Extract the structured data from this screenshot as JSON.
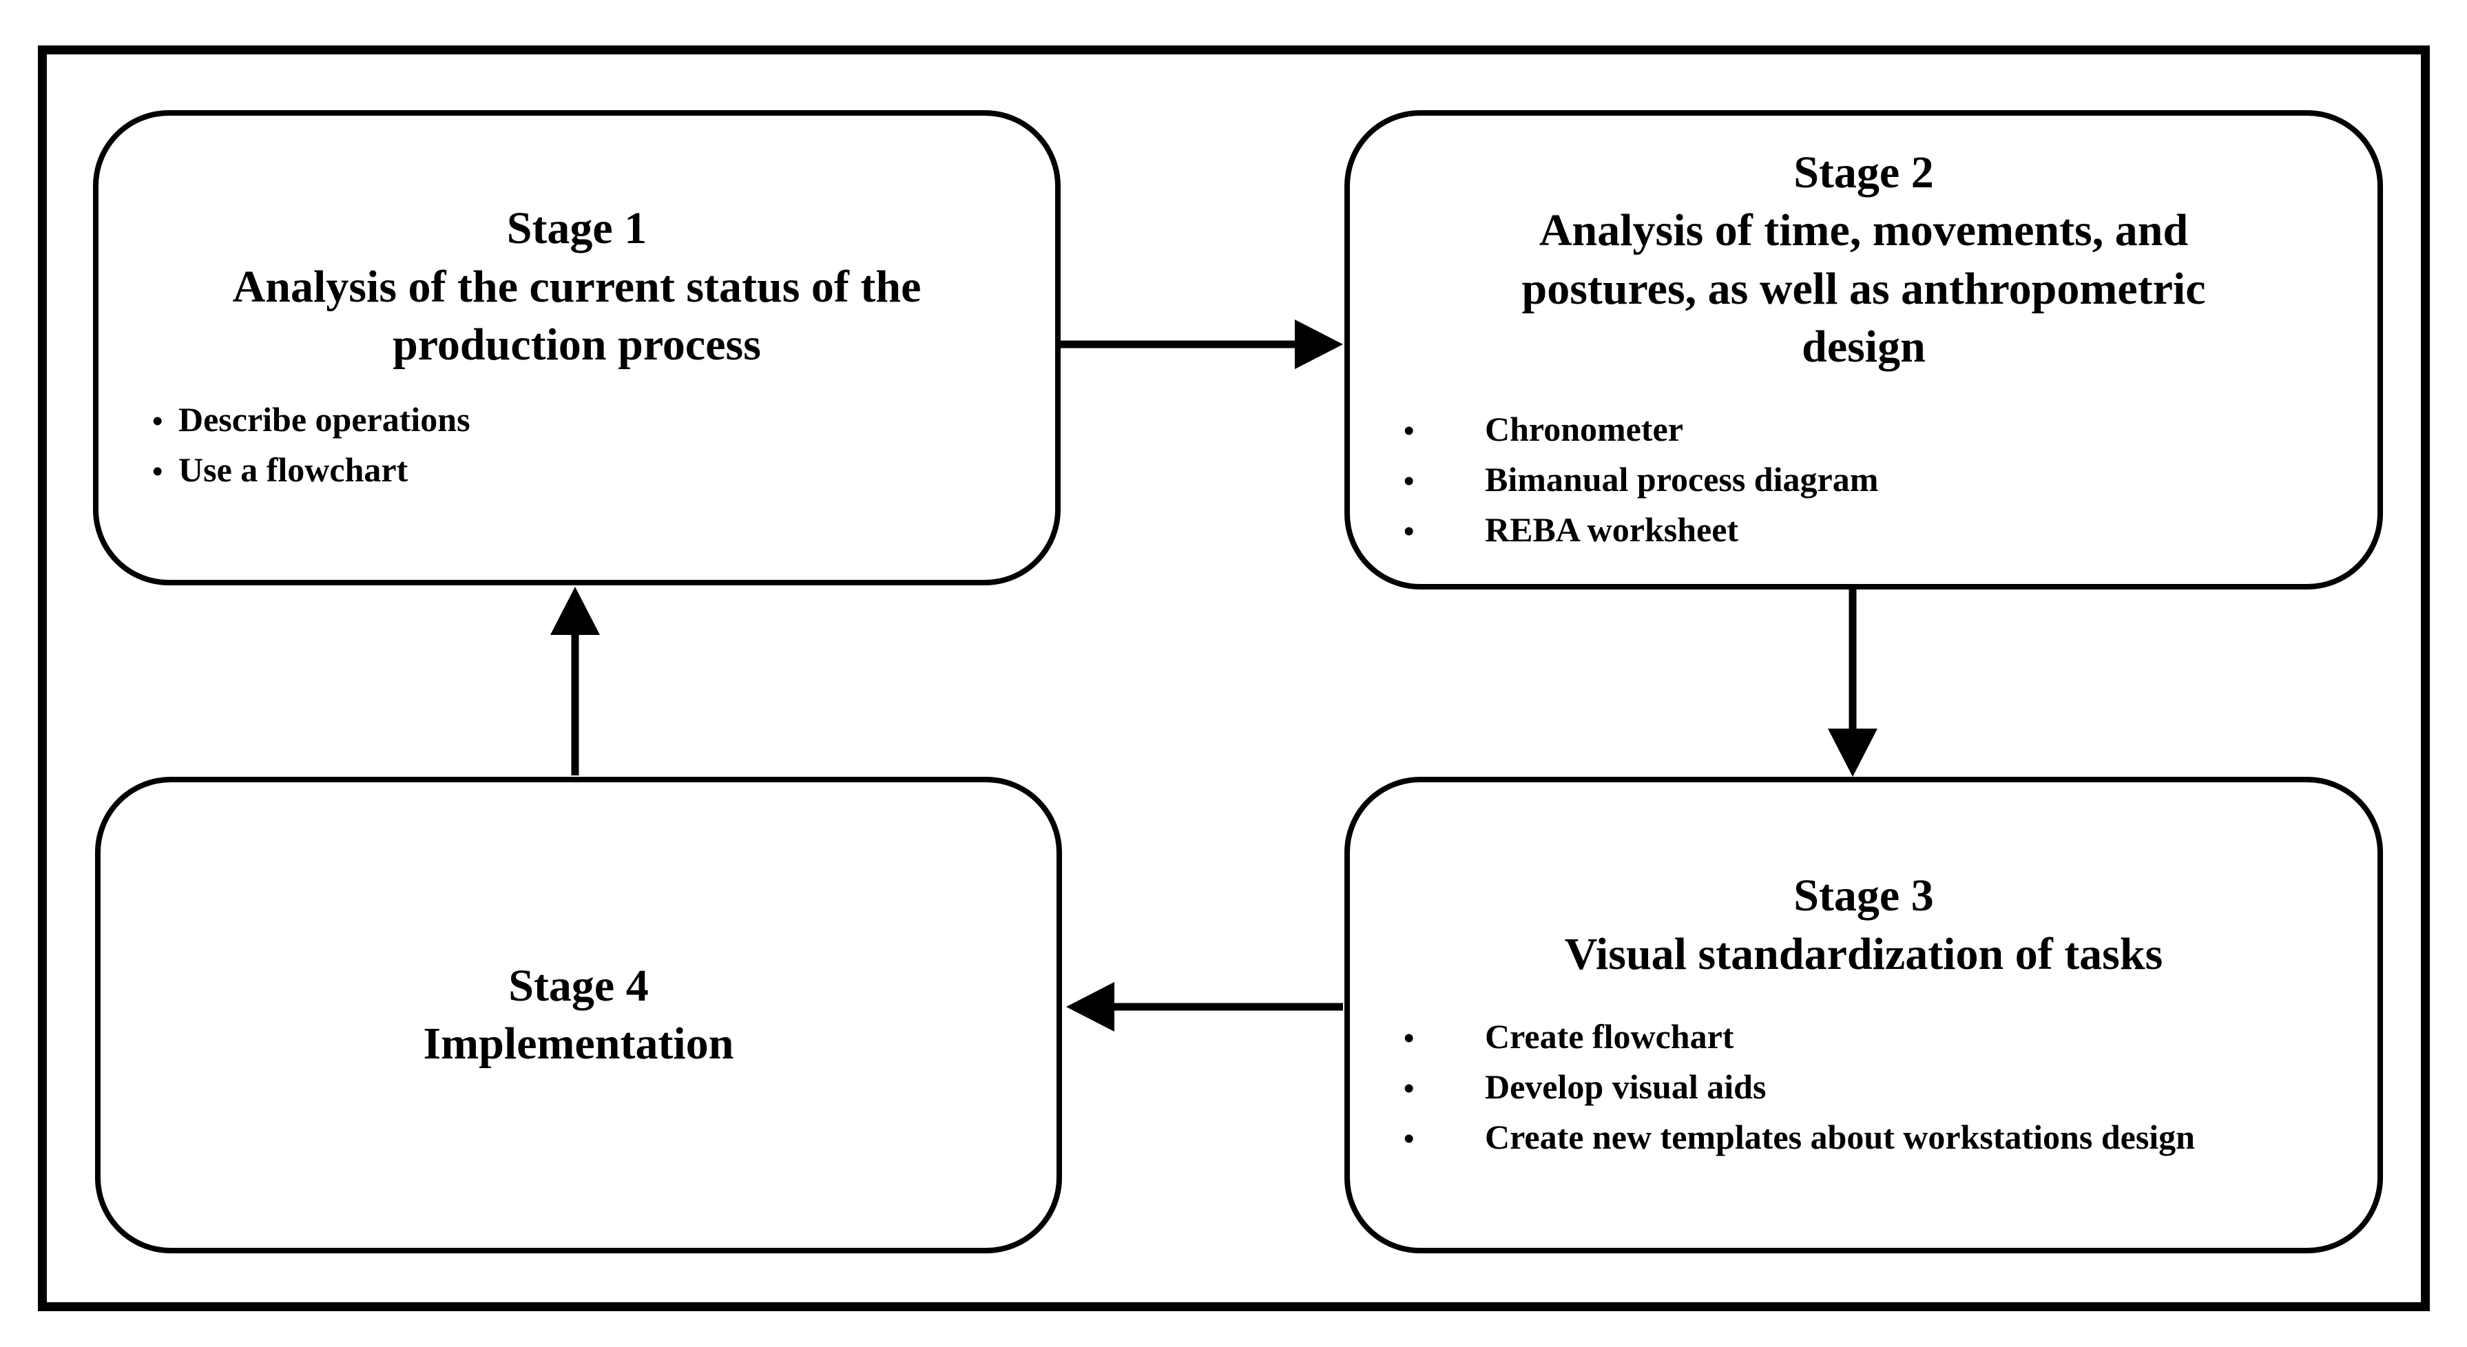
{
  "diagram": {
    "bullet_char": "•",
    "stages": [
      {
        "name": "Stage 1",
        "subtitle_lines": [
          "Analysis of the current status of the",
          "production process"
        ],
        "bullets": [
          "Describe operations",
          "Use a flowchart"
        ]
      },
      {
        "name": "Stage 2",
        "subtitle_lines": [
          "Analysis of time, movements, and",
          "postures, as well as anthropometric",
          "design"
        ],
        "bullets": [
          "Chronometer",
          "Bimanual process diagram",
          "REBA worksheet"
        ]
      },
      {
        "name": "Stage 3",
        "subtitle_lines": [
          "Visual standardization of tasks"
        ],
        "bullets": [
          "Create flowchart",
          "Develop visual aids",
          "Create new templates about workstations design"
        ]
      },
      {
        "name": "Stage 4",
        "subtitle_lines": [
          "Implementation"
        ],
        "bullets": []
      }
    ],
    "arrows": [
      {
        "from": "Stage 1",
        "to": "Stage 2",
        "direction": "right"
      },
      {
        "from": "Stage 2",
        "to": "Stage 3",
        "direction": "down"
      },
      {
        "from": "Stage 3",
        "to": "Stage 4",
        "direction": "left"
      },
      {
        "from": "Stage 4",
        "to": "Stage 1",
        "direction": "up"
      }
    ],
    "colors": {
      "stroke": "#000000",
      "background": "#ffffff"
    }
  }
}
